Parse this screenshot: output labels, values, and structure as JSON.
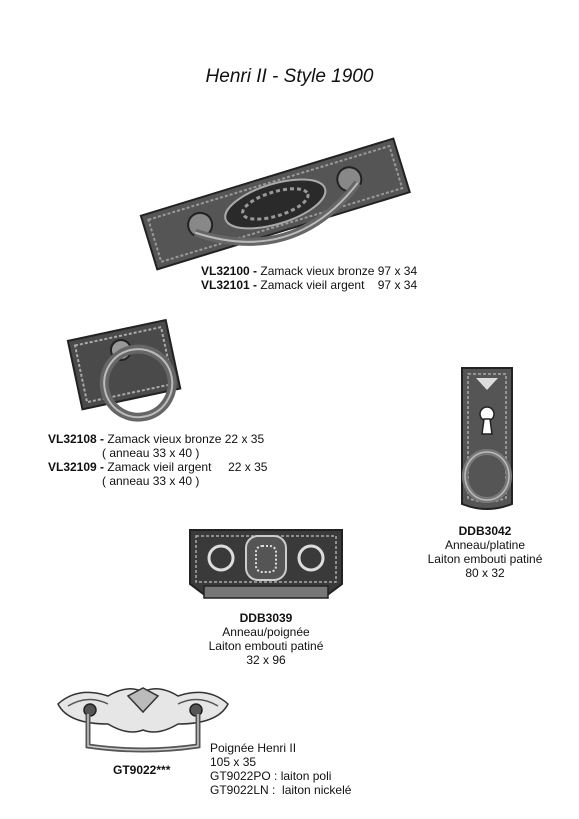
{
  "page": {
    "title": "Henri II  - Style 1900"
  },
  "products": {
    "vl32100": {
      "ref1": "VL32100 -",
      "desc1": " Zamack vieux bronze 97 x 34",
      "ref2": "VL32101 -",
      "desc2": " Zamack vieil argent    97 x 34"
    },
    "vl32108": {
      "ref1": "VL32108 -",
      "desc1": " Zamack vieux bronze 22 x 35",
      "note1": "( anneau 33 x 40 )",
      "ref2": "VL32109 -",
      "desc2": " Zamack vieil argent     22 x 35",
      "note2": "( anneau 33 x 40 )"
    },
    "ddb3042": {
      "ref": "DDB3042",
      "line1": "Anneau/platine",
      "line2": "Laiton embouti patiné",
      "line3": "80 x 32"
    },
    "ddb3039": {
      "ref": "DDB3039",
      "line1": "Anneau/poignée",
      "line2": "Laiton embouti patiné",
      "line3": "32 x 96"
    },
    "gt9022": {
      "ref": "GT9022***",
      "line1": "Poignée Henri II",
      "line2": "105 x 35",
      "line3": "GT9022PO : laiton poli",
      "line4": "GT9022LN :  laiton nickelé"
    }
  }
}
